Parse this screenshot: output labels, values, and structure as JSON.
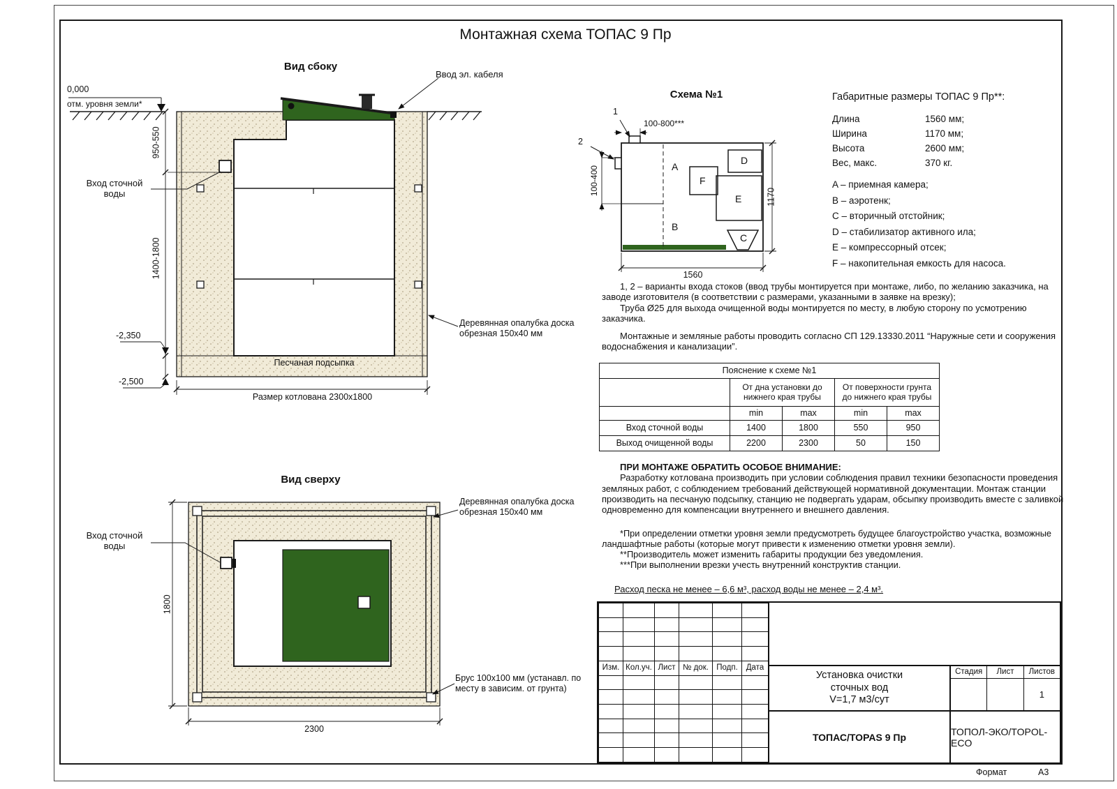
{
  "colors": {
    "lid_green": "#2f641e",
    "sand": "#f1ebd8"
  },
  "sheet": {
    "title": "Монтажная схема ТОПАС 9 Пр",
    "format_label": "Формат",
    "format_value": "А3"
  },
  "side_view": {
    "label": "Вид сбоку",
    "ground_level": "0,000",
    "ground_level_note": "отм. уровня земли*",
    "inlet_label": "Вход сточной воды",
    "cable_label": "Ввод эл. кабеля",
    "formwork_label": "Деревянная опалубка доска обрезная 150х40 мм",
    "sand_label": "Песчаная подсыпка",
    "dim_depth_top": "950-550",
    "dim_depth_mid": "1400-1800",
    "elev_sand": "-2,350",
    "elev_bottom": "-2,500",
    "pit_size": "Размер котлована 2300х1800"
  },
  "top_view": {
    "label": "Вид сверху",
    "inlet_label": "Вход сточной воды",
    "formwork_label": "Деревянная опалубка доска обрезная 150х40 мм",
    "beam_label": "Брус 100х100 мм (устанавл. по месту в зависим. от грунта)",
    "dim_height": "1800",
    "dim_width": "2300"
  },
  "schema1": {
    "title": "Схема №1",
    "marker1": "1",
    "marker2": "2",
    "dim_inlet_top": "100-800***",
    "dim_inlet_side": "100-400",
    "dim_width": "1560",
    "dim_height": "1170",
    "compartments": [
      "A",
      "B",
      "C",
      "D",
      "E",
      "F"
    ]
  },
  "dims": {
    "title": "Габаритные размеры ТОПАС 9 Пр**:",
    "rows": [
      {
        "label": "Длина",
        "value": "1560 мм;"
      },
      {
        "label": "Ширина",
        "value": "1170 мм;"
      },
      {
        "label": "Высота",
        "value": "2600 мм;"
      },
      {
        "label": "Вес, макс.",
        "value": "370 кг."
      }
    ]
  },
  "legend": {
    "items": [
      "A – приемная камера;",
      "B – аэротенк;",
      "C – вторичный отстойник;",
      "D – стабилизатор активного ила;",
      "E – компрессорный отсек;",
      "F – накопительная емкость для насоса."
    ]
  },
  "notes": {
    "para1": "1, 2 – варианты входа  стоков (ввод трубы монтируется при монтаже, либо, по желанию заказчика, на заводе изготовителя (в соответствии с размерами, указанными в заявке на врезку);",
    "para2": "Труба Ø25 для выхода очищенной воды монтируется по месту, в любую сторону по усмотрению заказчика.",
    "para3": "Монтажные и земляные работы проводить согласно СП 129.13330.2011 “Наружные сети и сооружения водоснабжения и канализации”."
  },
  "pipe_table": {
    "title": "Пояснение к схеме №1",
    "group1": "От дна установки до нижнего края трубы",
    "group2": "От поверхности грунта до нижнего края трубы",
    "min": "min",
    "max": "max",
    "rows": [
      {
        "label": "Вход сточной воды",
        "v1": "1400",
        "v2": "1800",
        "v3": "550",
        "v4": "950"
      },
      {
        "label": "Выход очищенной воды",
        "v1": "2200",
        "v2": "2300",
        "v3": "50",
        "v4": "150"
      }
    ]
  },
  "attention": {
    "title": "ПРИ МОНТАЖЕ ОБРАТИТЬ ОСОБОЕ ВНИМАНИЕ:",
    "body": "Разработку котлована производить при условии соблюдения правил техники безопасности проведения земляных работ, с соблюдением требований действующей нормативной документации. Монтаж станции производить на песчаную подсыпку, станцию не подвергать ударам, обсыпку производить вместе с заливкой одновременно для компенсации внутреннего и внешнего давления.",
    "foot1": "*При определении отметки уровня земли предусмотреть будущее благоустройство участка, возможные ландшафтные работы (которые могут привести к изменению отметки уровня земли).",
    "foot2": "**Производитель может изменить габариты продукции без уведомления.",
    "foot3": "***При выполнении врезки учесть внутренний конструктив станции.",
    "consumption": "Расход песка не менее – 6,6 м³, расход воды не менее – 2,4 м³."
  },
  "title_block": {
    "header_cells": [
      "Изм.",
      "Кол.уч.",
      "Лист",
      "№ док.",
      "Подп.",
      "Дата"
    ],
    "doc_title_line1": "Установка очистки",
    "doc_title_line2": "сточных вод",
    "doc_title_line3": "V=1,7 м3/сут",
    "stage_label": "Стадия",
    "sheet_label": "Лист",
    "sheets_label": "Листов",
    "sheets_value": "1",
    "product": "ТОПАС/TOPAS 9 Пр",
    "company": "ТОПОЛ-ЭКО/TOPOL-ECO"
  }
}
